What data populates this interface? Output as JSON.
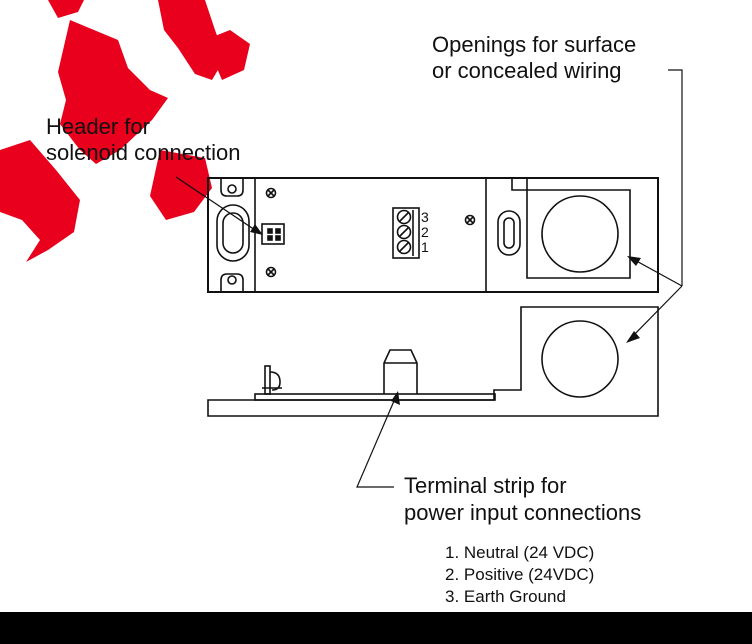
{
  "labels": {
    "openings_line1": "Openings for surface",
    "openings_line2": "or concealed wiring",
    "header_line1": "Header for",
    "header_line2": "solenoid connection",
    "terminal_line1": "Terminal strip for",
    "terminal_line2": "power input connections"
  },
  "terminal_numbers": [
    "3",
    "2",
    "1"
  ],
  "connections": [
    "1. Neutral (24 VDC)",
    "2. Positive (24VDC)",
    "3. Earth Ground"
  ],
  "colors": {
    "stroke": "#111111",
    "background": "#ffffff",
    "watermark": "#e8001c",
    "bottom_bar": "#000000"
  }
}
